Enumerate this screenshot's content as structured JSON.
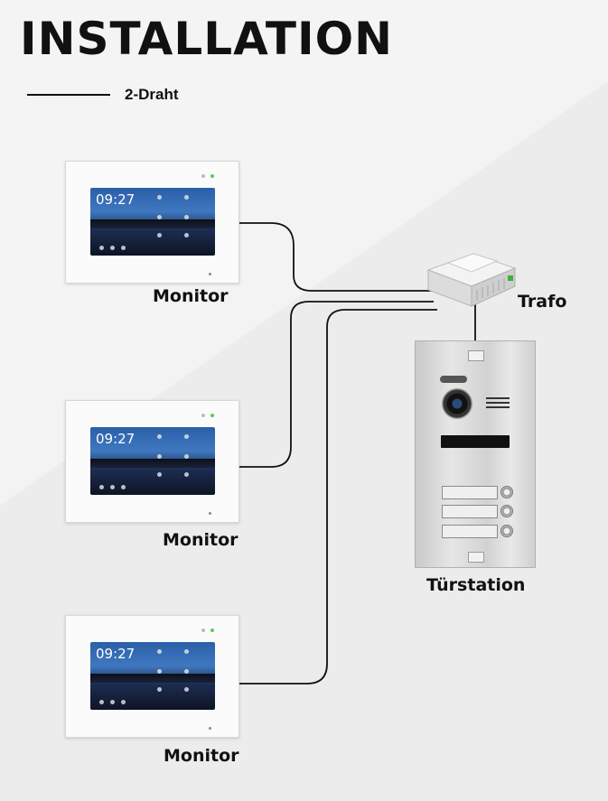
{
  "heading": "INSTALLATION",
  "legend": {
    "label": "2-Draht"
  },
  "labels": {
    "trafo": "Trafo",
    "door_station": "Türstation"
  },
  "monitors": [
    {
      "label": "Monitor",
      "clock": "09:27"
    },
    {
      "label": "Monitor",
      "clock": "09:27"
    },
    {
      "label": "Monitor",
      "clock": "09:27"
    }
  ],
  "colors": {
    "background": "#ececec",
    "wire": "#111111",
    "label": "#111111"
  }
}
